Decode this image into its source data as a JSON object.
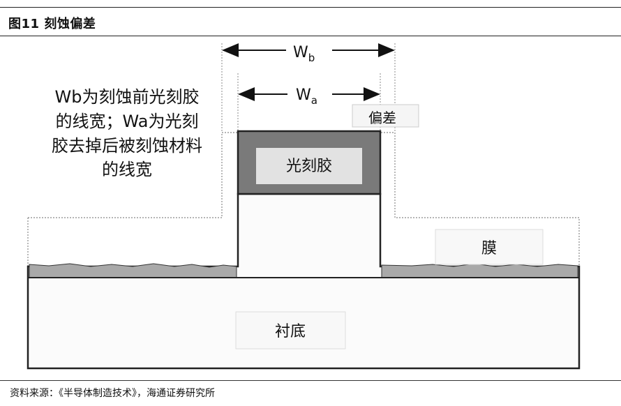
{
  "title": "图11 刻蚀偏差",
  "diagram": {
    "description_lines": [
      "Wb为刻蚀前光刻胶",
      "的线宽；Wa为光刻",
      "胶去掉后被刻蚀材料",
      "的线宽"
    ],
    "wb_label_main": "W",
    "wb_label_sub": "b",
    "wa_label_main": "W",
    "wa_label_sub": "a",
    "bias_label": "偏差",
    "photoresist_label": "光刻胶",
    "film_label": "膜",
    "substrate_label": "衬底"
  },
  "source": "资料来源：《半导体制造技术》，海通证券研究所",
  "colors": {
    "photoresist": "#7a7a7a",
    "film": "#a9a9a9",
    "outline": "#222222",
    "dotted": "#888888"
  }
}
